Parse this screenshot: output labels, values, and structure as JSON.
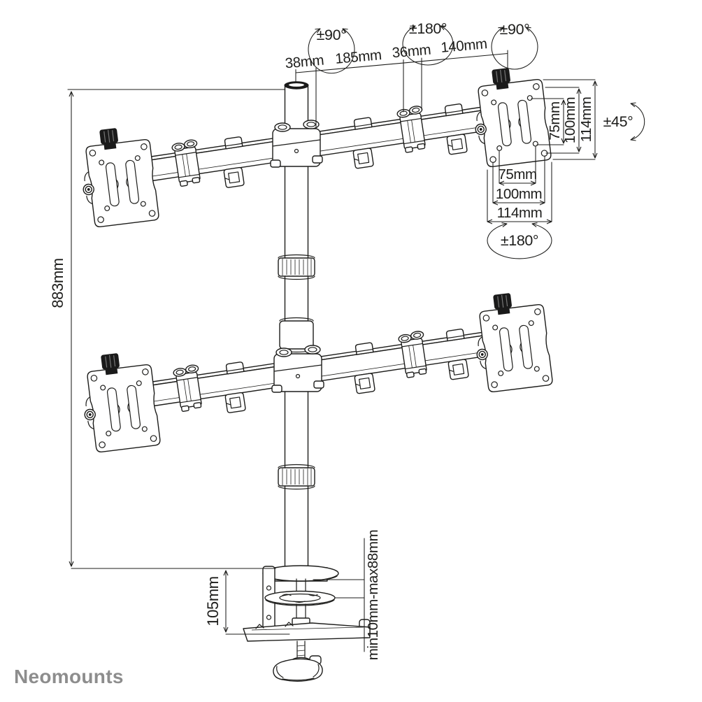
{
  "product_view": "quad-monitor-desk-mount-line-drawing",
  "colors": {
    "line": "#1d1d1b",
    "logo": "#8d8d8d",
    "knob": "#1a1a1a",
    "background": "#ffffff"
  },
  "brand": {
    "logo_text": "Neomounts"
  },
  "dimensions": {
    "arm_segments": {
      "s1": "38mm",
      "s2": "185mm",
      "s3": "36mm",
      "s4": "140mm"
    },
    "vesa_vertical": {
      "inner": "75mm",
      "mid": "100mm",
      "outer": "114mm"
    },
    "vesa_horizontal": {
      "inner": "75mm",
      "mid": "100mm",
      "outer": "114mm"
    },
    "pole_height": "883mm",
    "clamp_height": "105mm",
    "desk_thickness": "min10mm-max88mm"
  },
  "rotation": {
    "swivel_left": "±90°",
    "swivel_center": "±180°",
    "swivel_right": "±90°",
    "tilt": "±45°",
    "vesa_rotation": "±180°"
  }
}
